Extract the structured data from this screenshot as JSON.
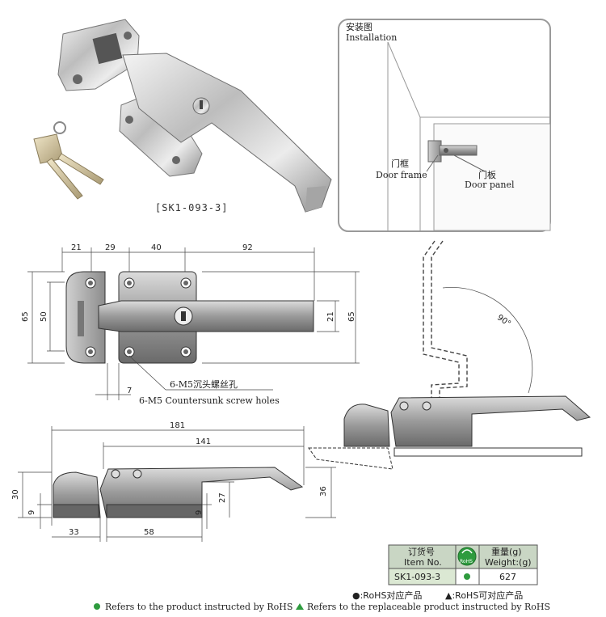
{
  "product": {
    "code_label": "[SK1-093-3]"
  },
  "installation": {
    "title_cn": "安装图",
    "title_en": "Installation",
    "door_frame_cn": "门框",
    "door_frame_en": "Door frame",
    "door_panel_cn": "门板",
    "door_panel_en": "Door panel"
  },
  "top_view": {
    "dims": {
      "d21": "21",
      "d29": "29",
      "d40": "40",
      "d92": "92",
      "h65_left": "65",
      "h50": "50",
      "h21": "21",
      "h65_right": "65",
      "d7": "7"
    },
    "holes_cn": "6-M5沉头螺丝孔",
    "holes_en": "6-M5 Countersunk screw holes"
  },
  "side_view": {
    "dims": {
      "d181": "181",
      "d141": "141",
      "h30": "30",
      "h9_left": "9",
      "h27": "27",
      "h9_right": "9",
      "h36": "36",
      "d33": "33",
      "d58": "58"
    }
  },
  "swing_view": {
    "angle": "90°"
  },
  "table": {
    "header_item_cn": "订货号",
    "header_item_en": "Item No.",
    "rohs_badge": "RoHS",
    "header_weight_cn": "重量(g)",
    "header_weight_en": "Weight:(g)",
    "row_item": "SK1-093-3",
    "row_weight": "627"
  },
  "legend": {
    "rohs_short": "●:RoHS对应产品",
    "replace_short": "▲:RoHS可对应产品",
    "rohs_long": "Refers to the product instructed by RoHS",
    "replace_long": "Refers to the replaceable product instructed by RoHS"
  },
  "colors": {
    "green": "#2e9b3e",
    "table_head": "#c9d6c4",
    "table_row": "#dbe8d3",
    "metal": "#8a8a8a"
  }
}
